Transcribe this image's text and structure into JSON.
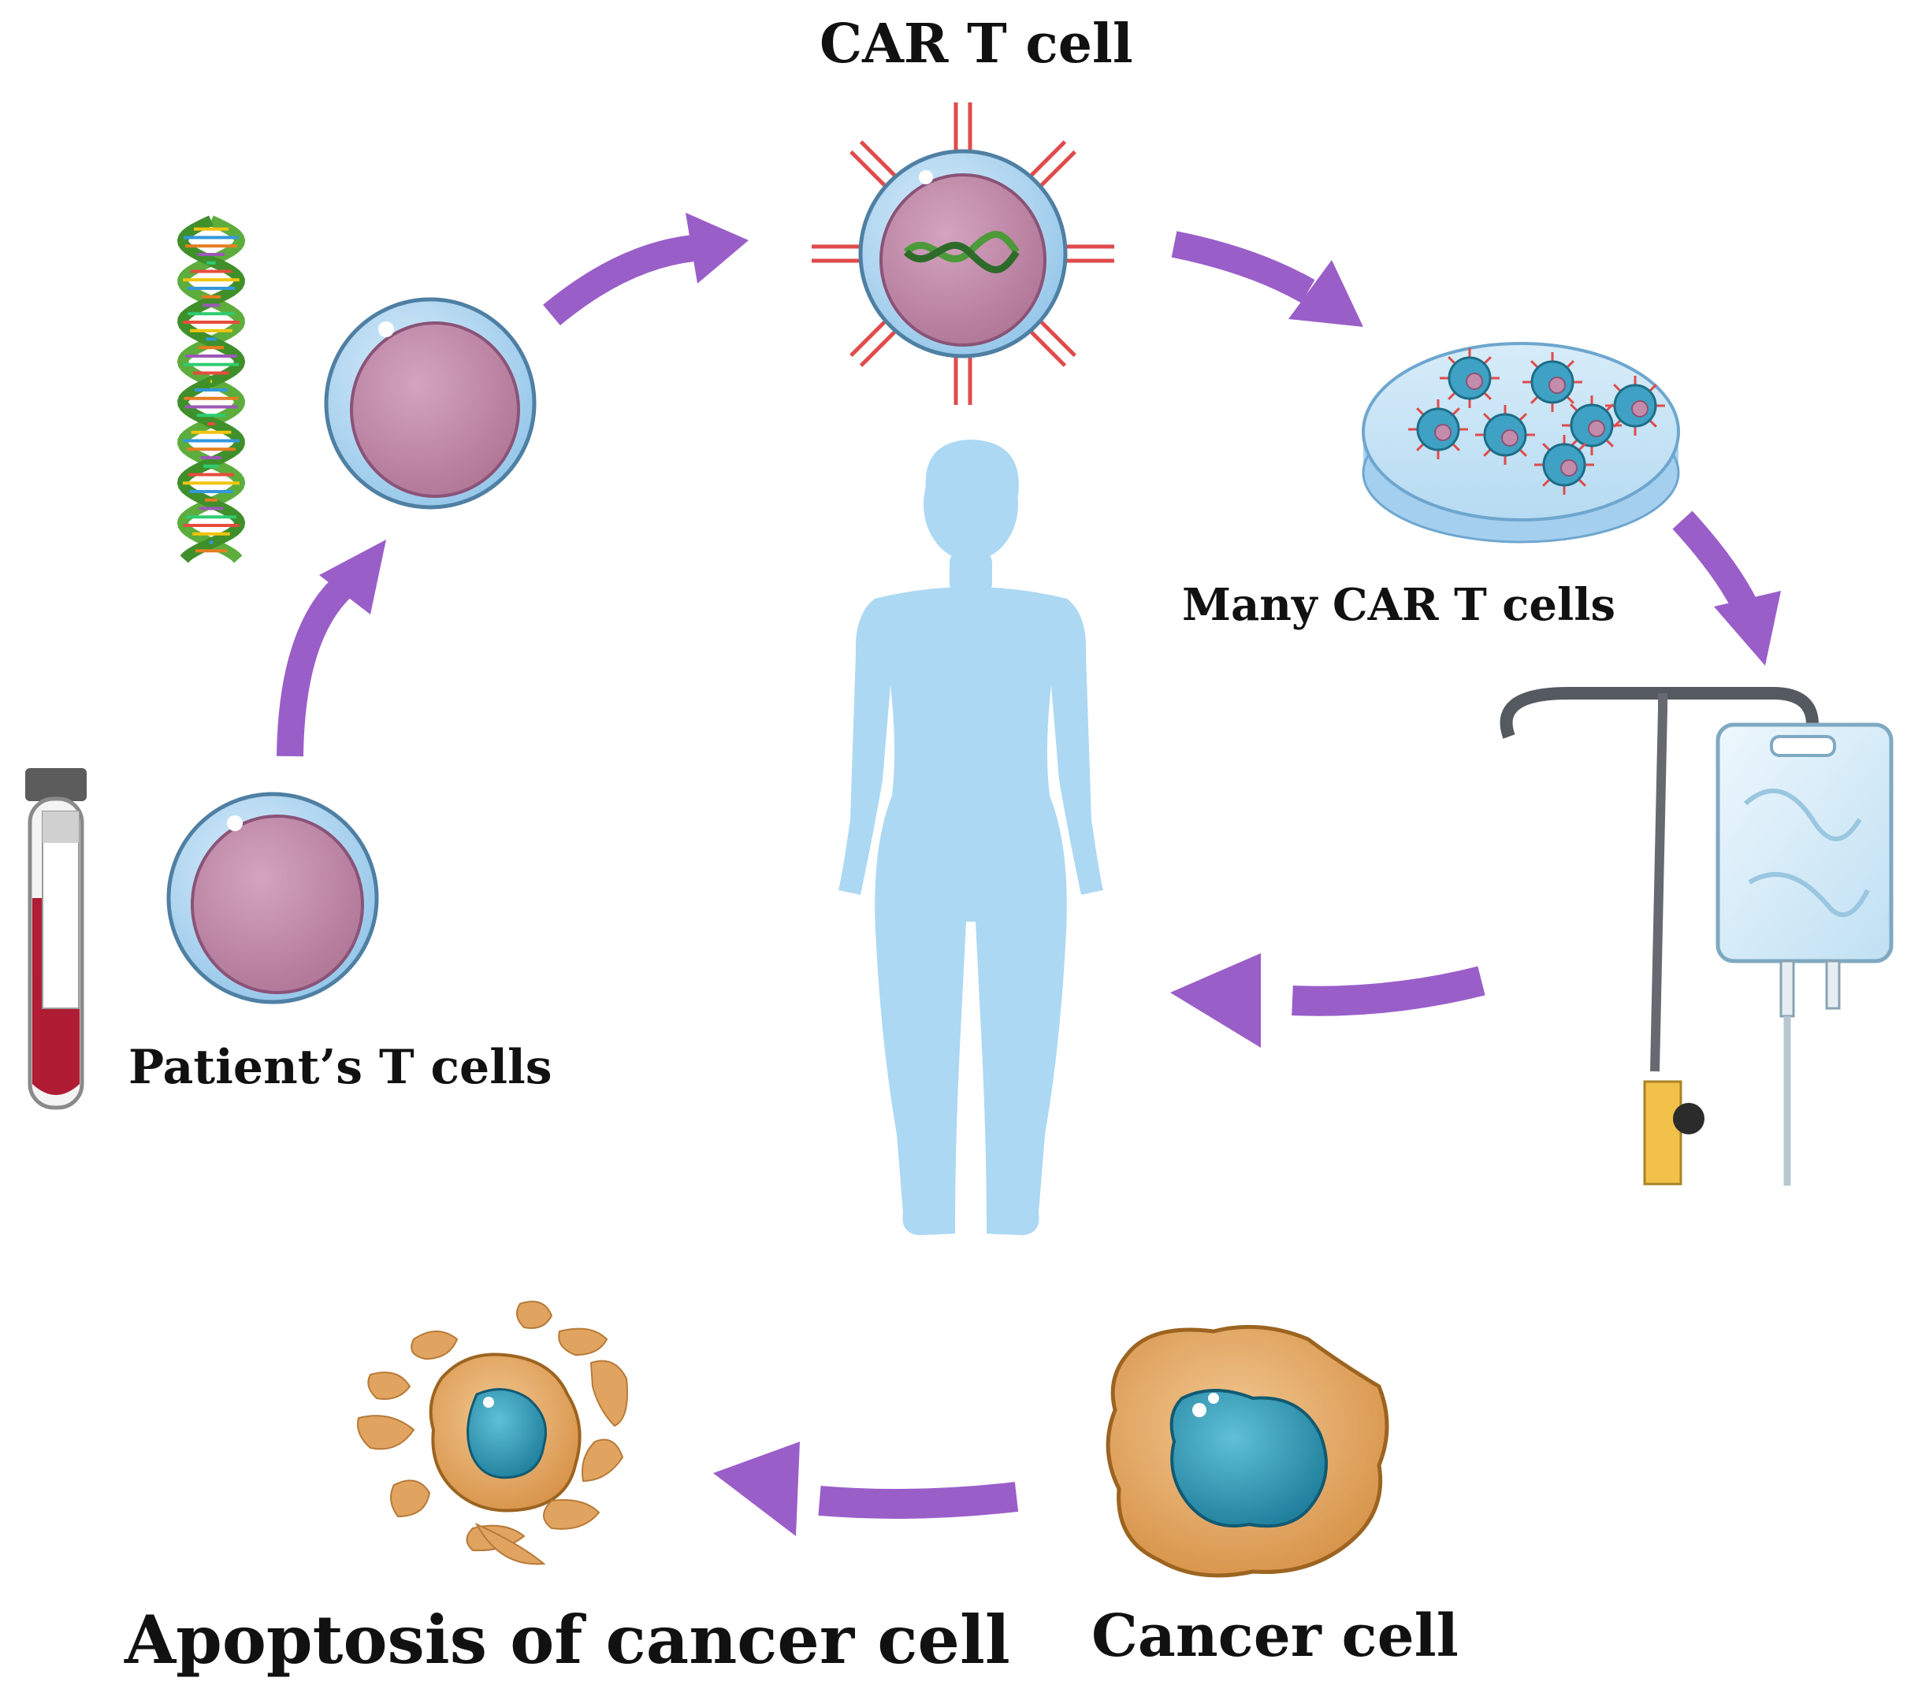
{
  "labels": {
    "car_t_cell": "CAR T cell",
    "many_car_t_cells": "Many CAR T cells",
    "patients_t_cells": "Patient’s T cells",
    "apoptosis": "Apoptosis of cancer cell",
    "cancer_cell": "Cancer cell"
  },
  "colors": {
    "arrow": "#9a5ec9",
    "cell_membrane": "#a9d2ef",
    "cell_body": "#c48cab",
    "body_silhouette": "#acd8f3",
    "cancer_cyto": "#e1a460",
    "cancer_nucleus": "#2e93b2",
    "blood": "#b11c35",
    "receptor": "#e04b4b",
    "dna_green": "#5cad3c"
  }
}
